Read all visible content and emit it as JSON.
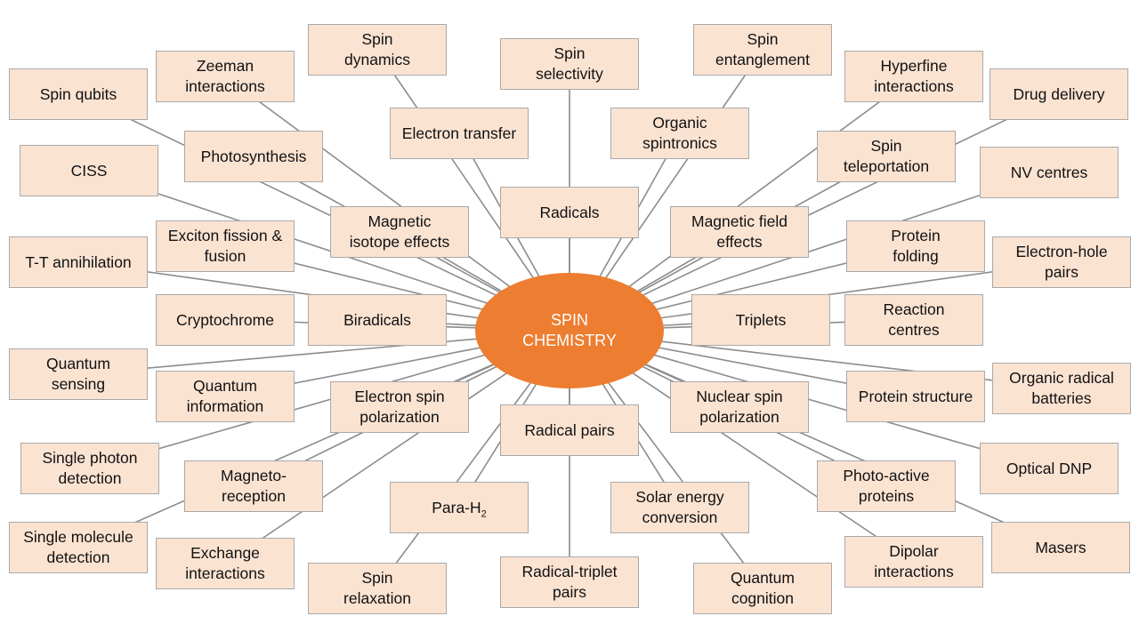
{
  "center": {
    "label": "SPIN\nCHEMISTRY",
    "color": "#ed7d31"
  },
  "styles": {
    "box_fill": "#fbe3d2",
    "box_border": "#a9a9a9",
    "line_color": "#8c8c8c"
  },
  "topics": [
    {
      "id": "spin-qubits",
      "label": "Spin qubits"
    },
    {
      "id": "zeeman-interactions",
      "label": "Zeeman\ninteractions"
    },
    {
      "id": "spin-dynamics",
      "label": "Spin\ndynamics"
    },
    {
      "id": "spin-selectivity",
      "label": "Spin\nselectivity"
    },
    {
      "id": "spin-entanglement",
      "label": "Spin\nentanglement"
    },
    {
      "id": "hyperfine-interactions",
      "label": "Hyperfine\ninteractions"
    },
    {
      "id": "drug-delivery",
      "label": "Drug delivery"
    },
    {
      "id": "electron-transfer",
      "label": "Electron transfer"
    },
    {
      "id": "organic-spintronics",
      "label": "Organic\nspintronics"
    },
    {
      "id": "ciss",
      "label": "CISS"
    },
    {
      "id": "photosynthesis",
      "label": "Photosynthesis"
    },
    {
      "id": "spin-teleportation",
      "label": "Spin\nteleportation"
    },
    {
      "id": "nv-centres",
      "label": "NV centres"
    },
    {
      "id": "radicals",
      "label": "Radicals"
    },
    {
      "id": "magnetic-isotope-effects",
      "label": "Magnetic\nisotope effects"
    },
    {
      "id": "magnetic-field-effects",
      "label": "Magnetic field\neffects"
    },
    {
      "id": "exciton-fission-fusion",
      "label": "Exciton fission &\nfusion"
    },
    {
      "id": "protein-folding",
      "label": "Protein\nfolding"
    },
    {
      "id": "t-t-annihilation",
      "label": "T-T annihilation"
    },
    {
      "id": "electron-hole-pairs",
      "label": "Electron-hole\npairs"
    },
    {
      "id": "cryptochrome",
      "label": "Cryptochrome"
    },
    {
      "id": "biradicals",
      "label": "Biradicals"
    },
    {
      "id": "triplets",
      "label": "Triplets"
    },
    {
      "id": "reaction-centres",
      "label": "Reaction\ncentres"
    },
    {
      "id": "quantum-sensing",
      "label": "Quantum\nsensing"
    },
    {
      "id": "quantum-information",
      "label": "Quantum\ninformation"
    },
    {
      "id": "electron-spin-polarization",
      "label": "Electron spin\npolarization"
    },
    {
      "id": "nuclear-spin-polarization",
      "label": "Nuclear spin\npolarization"
    },
    {
      "id": "protein-structure",
      "label": "Protein structure"
    },
    {
      "id": "organic-radical-batteries",
      "label": "Organic radical\nbatteries"
    },
    {
      "id": "radical-pairs",
      "label": "Radical pairs"
    },
    {
      "id": "single-photon-detection",
      "label": "Single photon\ndetection"
    },
    {
      "id": "magnetoreception",
      "label": "Magneto-\nreception"
    },
    {
      "id": "optical-dnp",
      "label": "Optical DNP"
    },
    {
      "id": "photo-active-proteins",
      "label": "Photo-active\nproteins"
    },
    {
      "id": "para-h2",
      "label": "Para-H",
      "subscript": "2"
    },
    {
      "id": "solar-energy-conversion",
      "label": "Solar energy\nconversion"
    },
    {
      "id": "single-molecule-detection",
      "label": "Single molecule\ndetection"
    },
    {
      "id": "exchange-interactions",
      "label": "Exchange\ninteractions"
    },
    {
      "id": "masers",
      "label": "Masers"
    },
    {
      "id": "dipolar-interactions",
      "label": "Dipolar\ninteractions"
    },
    {
      "id": "radical-triplet-pairs",
      "label": "Radical-triplet\npairs"
    },
    {
      "id": "spin-relaxation",
      "label": "Spin\nrelaxation"
    },
    {
      "id": "quantum-cognition",
      "label": "Quantum\ncognition"
    }
  ]
}
